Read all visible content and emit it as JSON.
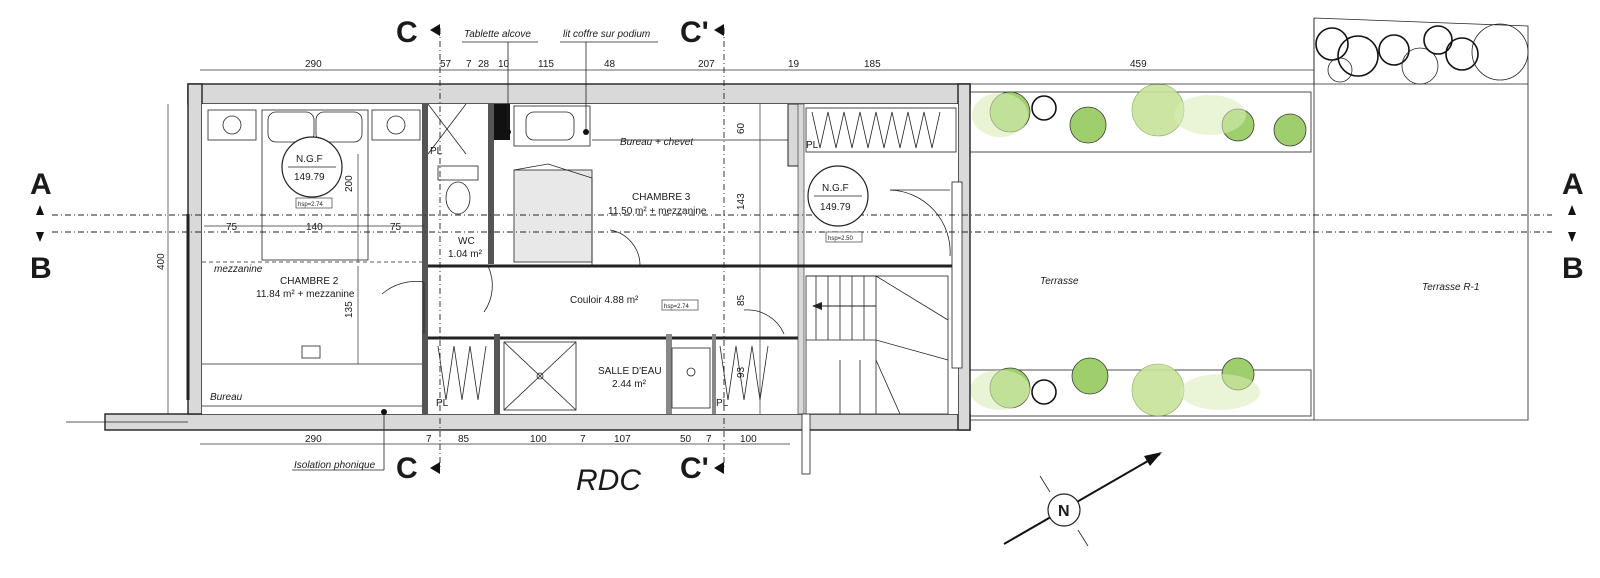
{
  "title": "RDC",
  "sections": {
    "c_top": "C",
    "c_prime_top": "C'",
    "c_bottom": "C",
    "c_prime_bottom": "C'",
    "a_left": "A",
    "a_right": "A",
    "b_left": "B",
    "b_right": "B"
  },
  "callouts": {
    "tablette": "Tablette alcove",
    "lit_coffre": "lit coffre sur podium",
    "isolation": "Isolation phonique"
  },
  "dims_top": [
    "290",
    "57",
    "7",
    "28",
    "10",
    "115",
    "48",
    "207",
    "19",
    "185",
    "459"
  ],
  "dims_bottom": [
    "290",
    "7",
    "85",
    "100",
    "7",
    "107",
    "50",
    "7",
    "100"
  ],
  "dims_inner": {
    "d75a": "75",
    "d140": "140",
    "d75b": "75",
    "d200": "200",
    "d400": "400",
    "d135": "135",
    "d60": "60",
    "d143": "143",
    "d85": "85",
    "d93": "93"
  },
  "rooms": {
    "chambre2_name": "CHAMBRE 2",
    "chambre2_area": "11.84 m² + mezzanine",
    "mezzanine": "mezzanine",
    "bureau": "Bureau",
    "wc_name": "WC",
    "wc_area": "1.04 m²",
    "chambre3_name": "CHAMBRE 3",
    "chambre3_area": "11.50 m² + mezzanine",
    "bureau_chevet": "Bureau + chevet",
    "couloir": "Couloir 4.88 m²",
    "salle_name": "SALLE D'EAU",
    "salle_area": "2.44 m²",
    "terrasse": "Terrasse",
    "terrasse_r1": "Terrasse R-1"
  },
  "ngf": {
    "left_label": "N.G.F",
    "left_value": "149.79",
    "right_label": "N.G.F",
    "right_value": "149.79"
  },
  "hsp": {
    "h1": "hsp=2.74",
    "h2": "hsp=2.50",
    "h3": "hsp=2.74"
  },
  "pl_labels": [
    "PL",
    "PL",
    "PL",
    "PL"
  ],
  "north_label": "N"
}
